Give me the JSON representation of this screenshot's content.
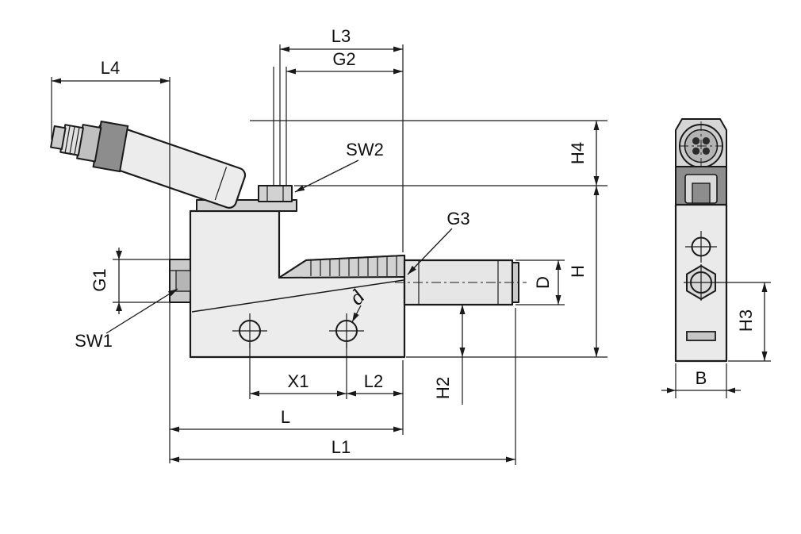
{
  "drawing": {
    "type": "technical-dimension-drawing",
    "views": {
      "side": "side-view",
      "front": "front-view"
    },
    "labels": {
      "l3": "L3",
      "g2": "G2",
      "l4": "L4",
      "sw2": "SW2",
      "g3": "G3",
      "h4": "H4",
      "h": "H",
      "d_upper": "D",
      "g1": "G1",
      "sw1": "SW1",
      "d_lower": "d",
      "h2": "H2",
      "x1": "X1",
      "l2": "L2",
      "l": "L",
      "l1": "L1",
      "b": "B",
      "h3": "H3"
    },
    "colors": {
      "line": "#1a1a1a",
      "background": "#ffffff",
      "body_fill": "#ececec",
      "mid_fill": "#d2d2d2",
      "dark_fill": "#8d8d8d"
    }
  }
}
